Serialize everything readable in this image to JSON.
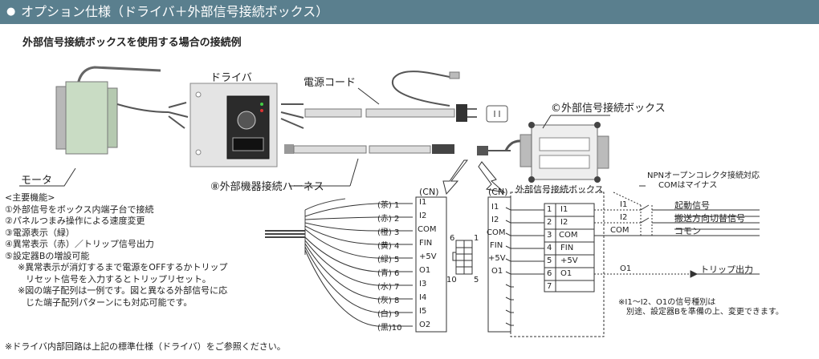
{
  "header": {
    "title": "オプション仕様（ドライバ＋外部信号接続ボックス）"
  },
  "subtitle": "外部信号接続ボックスを使用する場合の接続例",
  "labels": {
    "driver": "ドライバ",
    "power_cord": "電源コード",
    "box": "©外部信号接続ボックス",
    "motor": "モータ",
    "harness": "⑧外部機器接続ハーネス",
    "cn_left": "(CN)",
    "cn_mid": "(CN)",
    "box_mid": "外部信号接続ボックス",
    "npn": "NPNオープンコレクタ接続対応",
    "com_minus": "COMはマイナス",
    "start": "起動信号",
    "dir": "搬送方向切替信号",
    "common": "コモン",
    "trip": "トリップ出力",
    "i1": "I1",
    "i2": "I2",
    "com": "COM",
    "o1": "O1",
    "note_io1": "※I1～I2、O1の信号種別は",
    "note_io2": "別途、設定器Bを準備の上、変更できます。",
    "pin_left_top": "6",
    "pin_right_top": "1",
    "pin_left_bottom": "10",
    "pin_right_bottom": "5"
  },
  "features": {
    "heading": "<主要機能>",
    "items": [
      "①外部信号をボックス内端子台で接続",
      "②パネルつまみ操作による速度変更",
      "③電源表示（緑）",
      "④異常表示（赤）／トリップ信号出力",
      "⑤設定器Bの増設可能"
    ],
    "note1a": "※異常表示が消灯するまで電源をOFFするかトリップ",
    "note1b": "リセット信号を入力するとトリップリセット。",
    "note2a": "※図の端子配列は一例です。図と異なる外部信号に応",
    "note2b": "じた端子配列パターンにも対応可能です。",
    "footer": "※ドライバ内部回路は上記の標準仕様（ドライバ）をご参照ください。"
  },
  "wire_colors": [
    "(茶) 1",
    "(赤) 2",
    "(橙) 3",
    "(黄) 4",
    "(緑) 5",
    "(青) 6",
    "(水) 7",
    "(灰) 8",
    "(白) 9",
    "(黒)10"
  ],
  "cn_signals": [
    "I1",
    "I2",
    "COM",
    "FIN",
    "+5V",
    "O1",
    "I3",
    "I4",
    "I5",
    "O2"
  ],
  "mid_signals": [
    "I1",
    "I2",
    "COM",
    "FIN",
    "+5V",
    "O1"
  ],
  "terminals": [
    {
      "no": "1",
      "sig": "I1"
    },
    {
      "no": "2",
      "sig": "I2"
    },
    {
      "no": "3",
      "sig": "COM"
    },
    {
      "no": "4",
      "sig": "FIN"
    },
    {
      "no": "5",
      "sig": "+5V"
    },
    {
      "no": "6",
      "sig": "O1"
    },
    {
      "no": "7",
      "sig": ""
    }
  ],
  "colors": {
    "header": "#5a7f8e",
    "line": "#333333",
    "motor": "#c9dcc4",
    "box": "#eeeeee"
  }
}
